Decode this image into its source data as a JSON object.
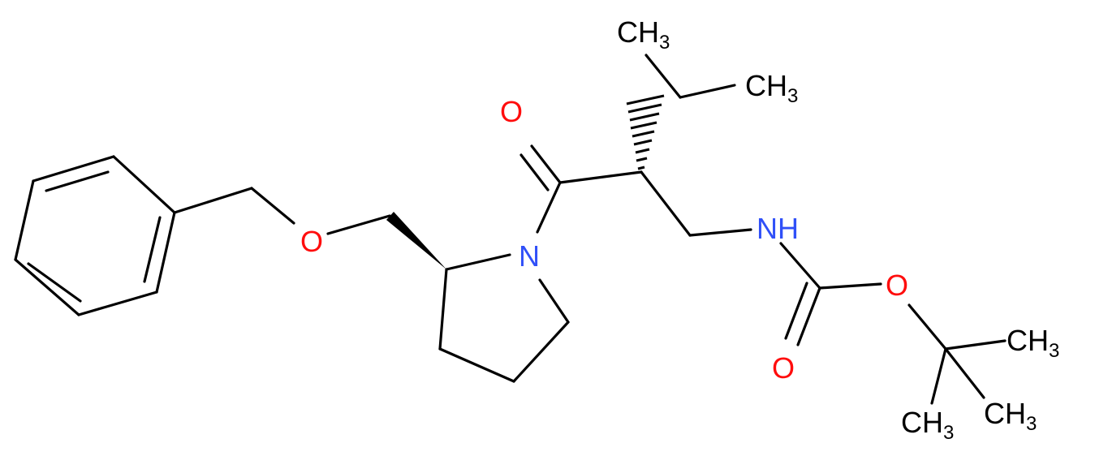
{
  "labels": {
    "o_carbonyl_amide": "O",
    "n_pyrrolidine": "N",
    "o_ether": "O",
    "nh": "NH",
    "o_ester": "O",
    "o_carbonyl_carbamate": "O",
    "ch3_top": "CH",
    "ch3_top_sub": "3",
    "ch3_isopropyl": "CH",
    "ch3_isopropyl_sub": "3",
    "ch3_tbu_right": "CH",
    "ch3_tbu_right_sub": "3",
    "ch3_tbu_bottom_left": "CH",
    "ch3_tbu_bottom_left_sub": "3",
    "ch3_tbu_bottom_right": "CH",
    "ch3_tbu_bottom_right_sub": "3"
  },
  "colors": {
    "bond": "#000000",
    "oxygen": "#ff0d0d",
    "nitrogen": "#3050f8",
    "carbon": "#000000"
  }
}
